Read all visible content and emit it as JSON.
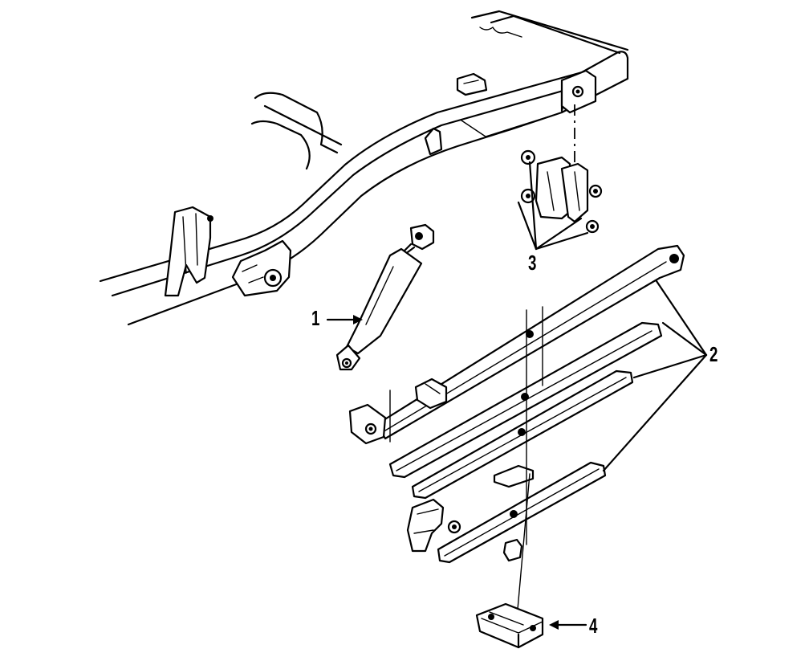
{
  "callouts": [
    {
      "id": "shock-absorber",
      "label": "1"
    },
    {
      "id": "leaf-spring",
      "label": "2"
    },
    {
      "id": "spring-hanger",
      "label": "3"
    },
    {
      "id": "spring-plate",
      "label": "4"
    }
  ]
}
